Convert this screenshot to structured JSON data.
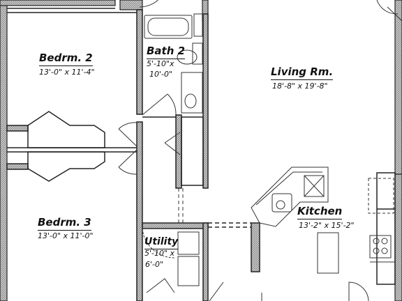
{
  "rooms": {
    "bedroom2": {
      "name": "Bedrm. 2",
      "dims": "13'-0\" x 11'-4\""
    },
    "bath2": {
      "name": "Bath 2",
      "dims_line1": "5'-10\"x",
      "dims_line2": "10'-0\""
    },
    "living": {
      "name": "Living Rm.",
      "dims": "18'-8\" x 19'-8\""
    },
    "bedroom3": {
      "name": "Bedrm. 3",
      "dims": "13'-0\" x 11'-0\""
    },
    "kitchen": {
      "name": "Kitchen",
      "dims": "13'-2\" x 15'-2\""
    },
    "utility": {
      "name": "Utility",
      "dims_line1": "5'-10\" x",
      "dims_line2": "6'-0\""
    }
  },
  "colors": {
    "wall": "#222222",
    "fill": "#9a9a9a",
    "line": "#333333"
  }
}
